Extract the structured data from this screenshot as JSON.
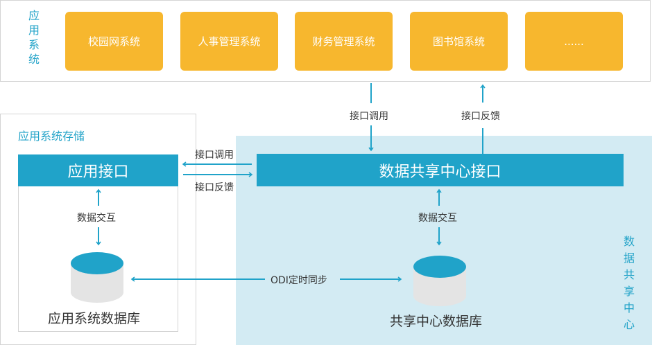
{
  "app_systems": {
    "label": [
      "应",
      "用",
      "系",
      "统"
    ],
    "items": [
      "校园网系统",
      "人事管理系统",
      "财务管理系统",
      "图书馆系统",
      "......"
    ]
  },
  "storage": {
    "title": "应用系统存储",
    "api_label": "应用接口",
    "data_exchange": "数据交互",
    "db_label": "应用系统数据库"
  },
  "share_center": {
    "label": [
      "数",
      "据",
      "共",
      "享",
      "中",
      "心"
    ],
    "api_label": "数据共享中心接口",
    "data_exchange": "数据交互",
    "db_label": "共享中心数据库"
  },
  "connectors": {
    "top_call": "接口调用",
    "top_feedback": "接口反馈",
    "side_call": "接口调用",
    "side_feedback": "接口反馈",
    "sync": "ODI定时同步"
  },
  "colors": {
    "accent_blue": "#20a3c9",
    "app_orange": "#f7b72e",
    "share_bg": "#d3ebf3",
    "db_body": "#e4e4e4"
  }
}
